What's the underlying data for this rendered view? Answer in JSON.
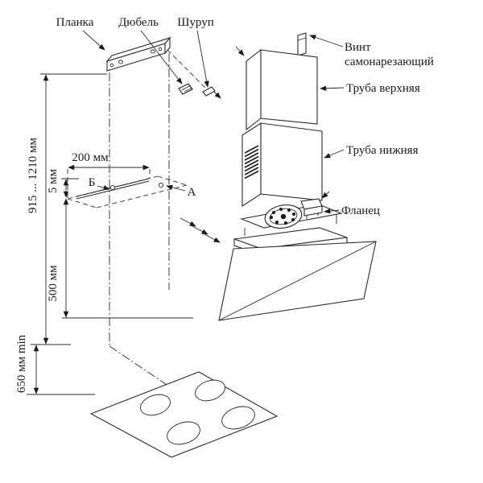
{
  "labels": {
    "planka": "Планка",
    "dyubel": "Дюбель",
    "shurup": "Шуруп",
    "vint_line1": "Винт",
    "vint_line2": "самонарезающий",
    "truba_verkhnyaya": "Труба верхняя",
    "truba_nizhnyaya": "Труба нижняя",
    "flanets": "Фланец",
    "point_b": "Б",
    "point_a": "А"
  },
  "dimensions": {
    "offset_200": "200 мм",
    "gap_5": "5 мм",
    "height_500": "500 мм",
    "range_915_1210": "915 ... 1210 мм",
    "min_650": "650 мм min"
  }
}
